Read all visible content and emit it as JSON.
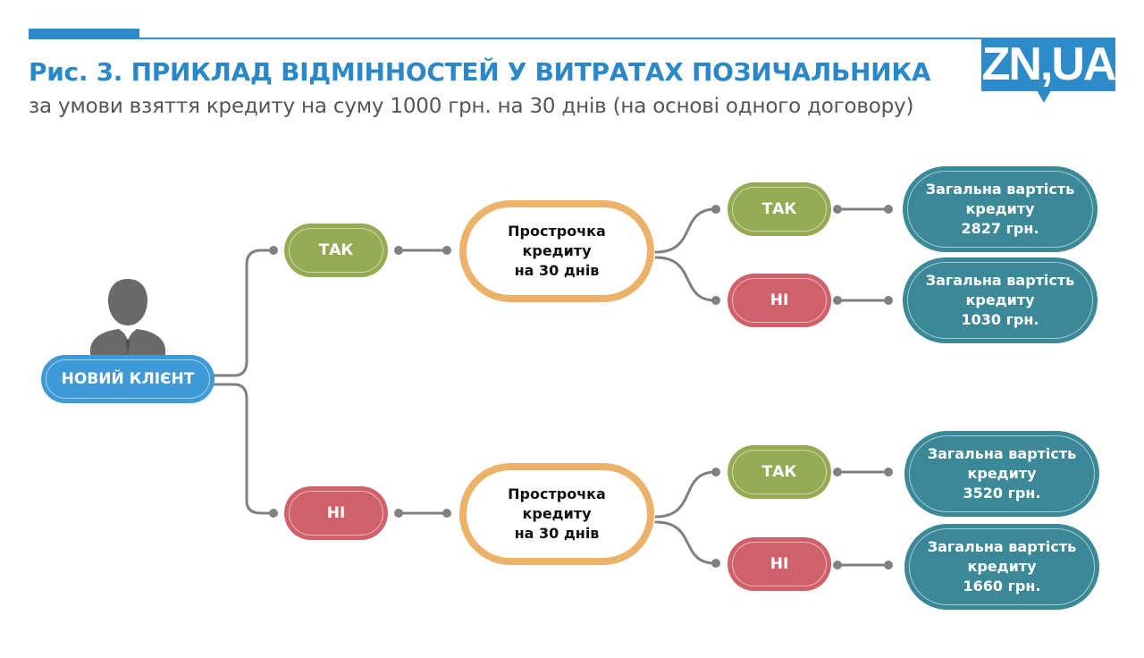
{
  "header": {
    "title": "Рис. 3. ПРИКЛАД ВІДМІННОСТЕЙ У ВИТРАТАХ ПОЗИЧАЛЬНИКА",
    "subtitle": "за умови взяття кредиту на суму 1000 грн. на 30 днів (на основі одного договору)",
    "logo": "ZN,UA"
  },
  "colors": {
    "brand_blue": "#2e8bc9",
    "client": "#3d9ad6",
    "yes": "#95aa52",
    "no": "#d0606a",
    "overdue_border": "#ecb26a",
    "cost": "#3b8898",
    "connector": "#808080"
  },
  "root": {
    "label": "НОВИЙ КЛІЄНТ",
    "icon": "person-icon"
  },
  "branches": [
    {
      "label": "ТАК",
      "type": "yes",
      "overdue": {
        "line1": "Прострочка",
        "line2": "кредиту",
        "line3": "на 30 днів"
      },
      "outcomes": [
        {
          "label": "ТАК",
          "type": "yes",
          "cost_line1": "Загальна вартість",
          "cost_line2": "кредиту",
          "amount": "2827 грн."
        },
        {
          "label": "НІ",
          "type": "no",
          "cost_line1": "Загальна вартість",
          "cost_line2": "кредиту",
          "amount": "1030 грн."
        }
      ]
    },
    {
      "label": "НІ",
      "type": "no",
      "overdue": {
        "line1": "Прострочка",
        "line2": "кредиту",
        "line3": "на 30 днів"
      },
      "outcomes": [
        {
          "label": "ТАК",
          "type": "yes",
          "cost_line1": "Загальна вартість",
          "cost_line2": "кредиту",
          "amount": "3520 грн."
        },
        {
          "label": "НІ",
          "type": "no",
          "cost_line1": "Загальна вартість",
          "cost_line2": "кредиту",
          "amount": "1660 грн."
        }
      ]
    }
  ]
}
